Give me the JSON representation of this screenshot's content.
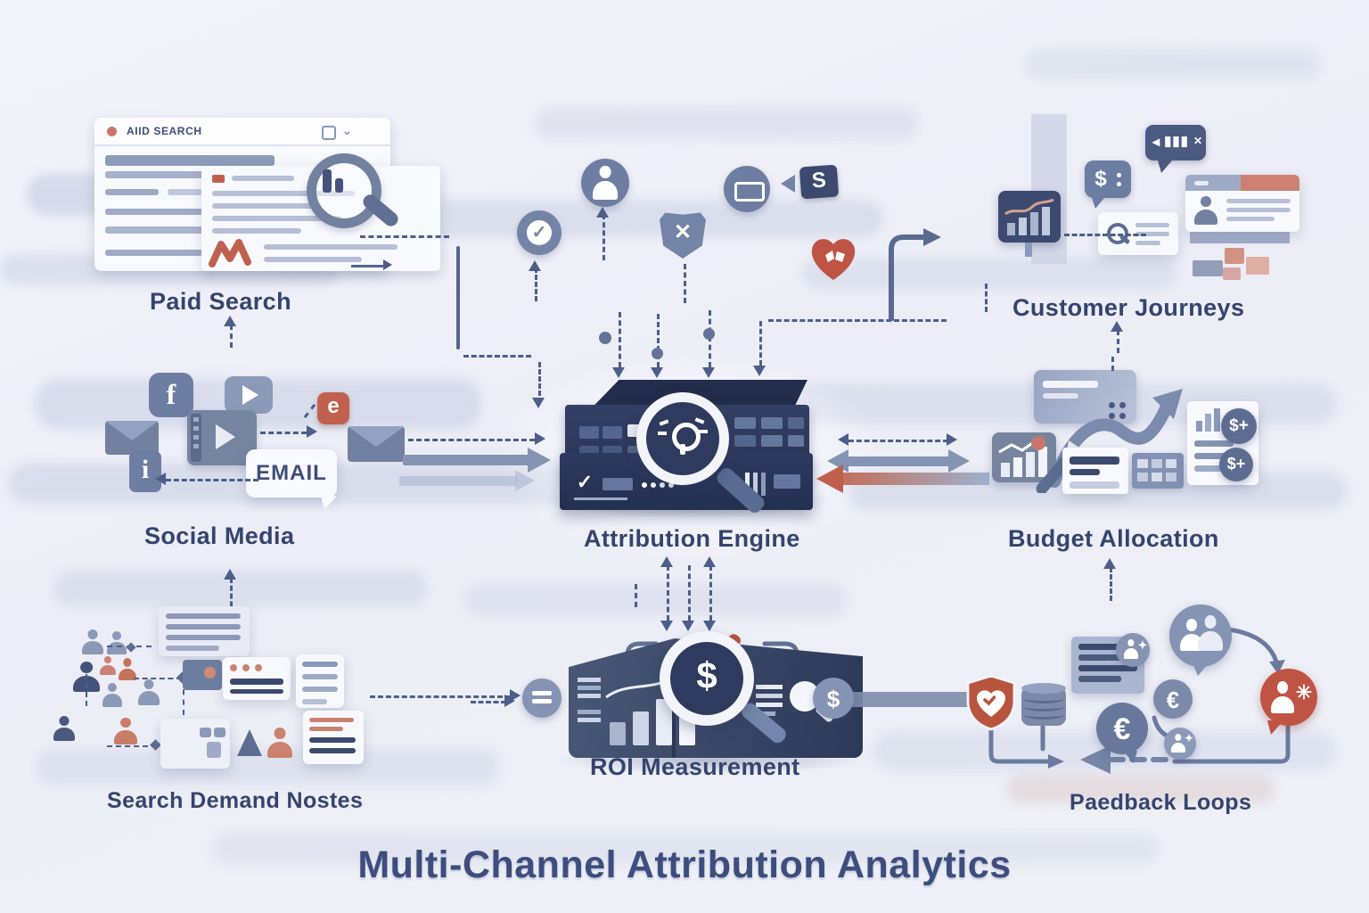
{
  "title": "Multi-Channel Attribution Analytics",
  "nodes": {
    "paid_search": {
      "label": "Paid Search",
      "window_title": "AIID SEARCH"
    },
    "social_media": {
      "label": "Social Media",
      "bubble": "EMAIL"
    },
    "search_demand": {
      "label": "Search Demand Nostes"
    },
    "attribution_engine": {
      "label": "Attribution Engine"
    },
    "roi_measurement": {
      "label": "ROI Measurement"
    },
    "customer_journeys": {
      "label": "Customer Journeys"
    },
    "budget_allocation": {
      "label": "Budget Allocation"
    },
    "feedback_loops": {
      "label": "Paedback Loops"
    }
  },
  "glyphs": {
    "facebook_f": "f",
    "info_i": "i",
    "s_badge": "S",
    "dollar": "$",
    "dollar_plus": "$+",
    "euro": "€",
    "email_app": "e",
    "check": "✓",
    "cross": "✕",
    "back_arrow": "◂",
    "bars": "▮▮▮",
    "play": "▶"
  },
  "colors": {
    "background": "#eef0f7",
    "navy": "#2e3a5e",
    "slate": "#72819f",
    "accent_red": "#bf5f4d",
    "label_text": "#35446e"
  }
}
